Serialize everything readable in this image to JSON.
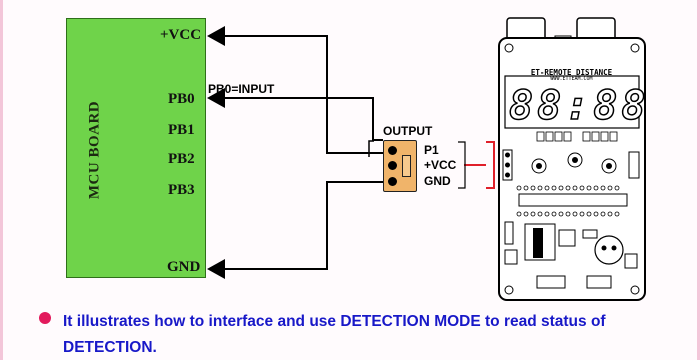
{
  "mcu_board": {
    "title": "MCU BOARD",
    "pins": {
      "vcc": "+VCC",
      "pb0": "PB0",
      "pb1": "PB1",
      "pb2": "PB2",
      "pb3": "PB3",
      "gnd": "GND"
    }
  },
  "wire_label": "PB0=INPUT",
  "output_connector": {
    "title": "OUTPUT",
    "pins": [
      "P1",
      "+VCC",
      "GND"
    ]
  },
  "sensor_module": {
    "title": "ET-REMOTE DISTANCE",
    "url": "WWW.ETTEAM.COM",
    "display": "88:88"
  },
  "caption": "It illustrates how to interface and use DETECTION MODE to read status of DETECTION.",
  "colors": {
    "board": "#6fd34a",
    "connector": "#f0b46a",
    "bracket": "#e0202a",
    "caption_text": "#1818c8",
    "bullet": "#e21a5c"
  }
}
